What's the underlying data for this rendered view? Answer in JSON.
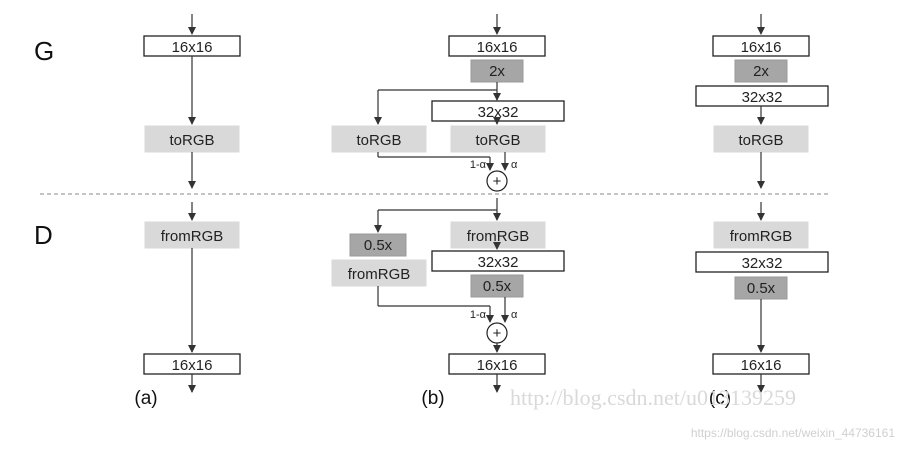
{
  "sections": {
    "generator_label": "G",
    "discriminator_label": "D"
  },
  "columns": {
    "a": {
      "caption": "(a)",
      "g_in": "16x16",
      "g_torgb": "toRGB",
      "d_fromrgb": "fromRGB",
      "d_out": "16x16"
    },
    "b": {
      "caption": "(b)",
      "g_in": "16x16",
      "g_up": "2x",
      "g_mid": "32x32",
      "g_torgb_left": "toRGB",
      "g_torgb_right": "toRGB",
      "g_alpha_left": "1-α",
      "g_alpha_right": "α",
      "plus": "+",
      "d_fromrgb_right": "fromRGB",
      "d_down": "0.5x",
      "d_fromrgb_left": "fromRGB",
      "d_mid": "32x32",
      "d_down2": "0.5x",
      "d_alpha_left": "1-α",
      "d_alpha_right": "α",
      "d_plus": "+",
      "d_out": "16x16"
    },
    "c": {
      "caption": "(c)",
      "g_in": "16x16",
      "g_up": "2x",
      "g_mid": "32x32",
      "g_torgb": "toRGB",
      "d_fromrgb": "fromRGB",
      "d_mid": "32x32",
      "d_down": "0.5x",
      "d_out": "16x16"
    }
  },
  "watermark": {
    "main": "http://blog.csdn.net/u013139259",
    "sub": "https://blog.csdn.net/weixin_44736161"
  },
  "colors": {
    "light_box": "#d9d9d9",
    "dark_box": "#a6a6a6",
    "outline": "#222222"
  }
}
